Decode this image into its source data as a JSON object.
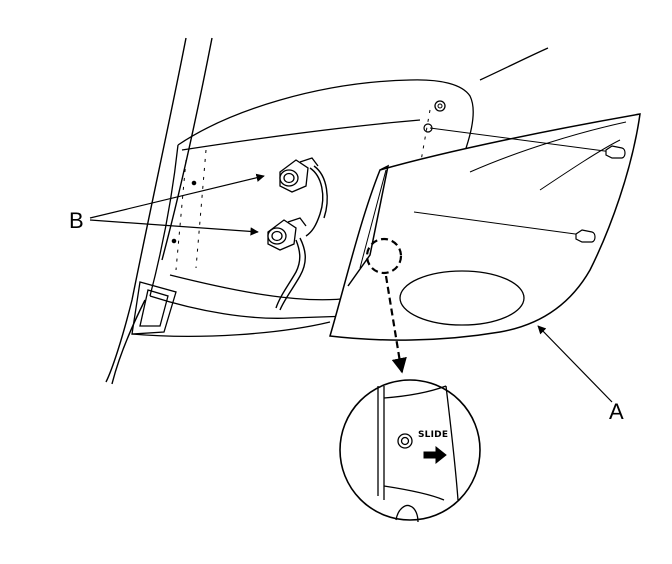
{
  "diagram": {
    "callouts": {
      "a": "A",
      "b": "B"
    },
    "detail": {
      "slide_label": "SLIDE"
    }
  },
  "colors": {
    "line": "#000000",
    "background": "#ffffff"
  }
}
